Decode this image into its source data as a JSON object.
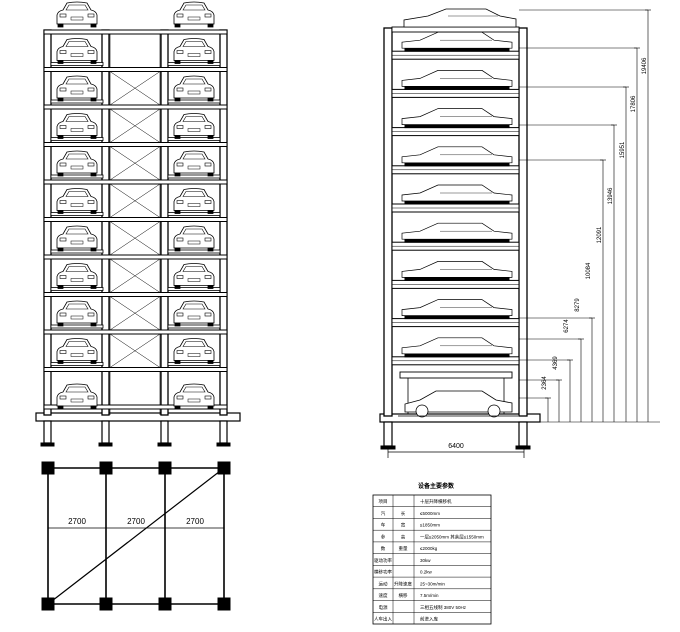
{
  "front_view": {
    "levels": 10,
    "cars_per_level": 2
  },
  "side_view": {
    "levels": 10,
    "width_label": "6400",
    "heights": [
      "2364",
      "4369",
      "6274",
      "8279",
      "10084",
      "12091",
      "13946",
      "15951",
      "17806",
      "19406"
    ]
  },
  "plan_view": {
    "spans": [
      "2700",
      "2700",
      "2700"
    ]
  },
  "spec_table": {
    "title": "设备主要参数",
    "rows": [
      {
        "group": "项目",
        "sub": "",
        "value": "十层升降横移机"
      },
      {
        "group": "汽",
        "sub": "长",
        "value": "≤5000mm"
      },
      {
        "group": "车",
        "sub": "宽",
        "value": "≤1850mm"
      },
      {
        "group": "参",
        "sub": "高",
        "value": "一层≤2050mm 其余层≤1550mm"
      },
      {
        "group": "数",
        "sub": "重量",
        "value": "≤2000kg"
      },
      {
        "group": "驱动功率",
        "sub": "",
        "value": "30kw"
      },
      {
        "group": "横移功率",
        "sub": "",
        "value": "0.2kw"
      },
      {
        "group": "运动",
        "sub": "升降速度",
        "value": "25~30m/min"
      },
      {
        "group": "速度",
        "sub": "横移",
        "value": "7.5m/min"
      },
      {
        "group": "电源",
        "sub": "",
        "value": "三相五线制 380V 50Hz"
      },
      {
        "group": "人车出入",
        "sub": "",
        "value": "前进入库"
      }
    ]
  }
}
